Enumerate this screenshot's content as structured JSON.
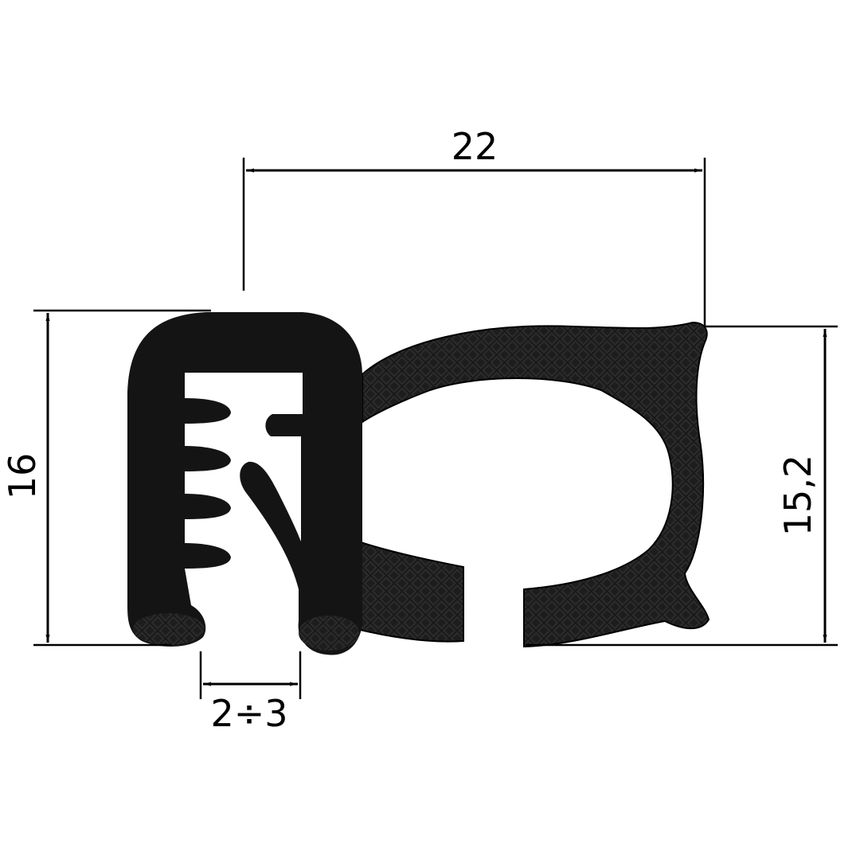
{
  "dimensions": {
    "width_top": {
      "label": "22"
    },
    "height_left": {
      "label": "16"
    },
    "height_right": {
      "label": "15,2"
    },
    "gap_bottom": {
      "label": "2÷3"
    }
  },
  "colors": {
    "profile": "#141414",
    "background": "#ffffff",
    "lines": "#000000"
  }
}
